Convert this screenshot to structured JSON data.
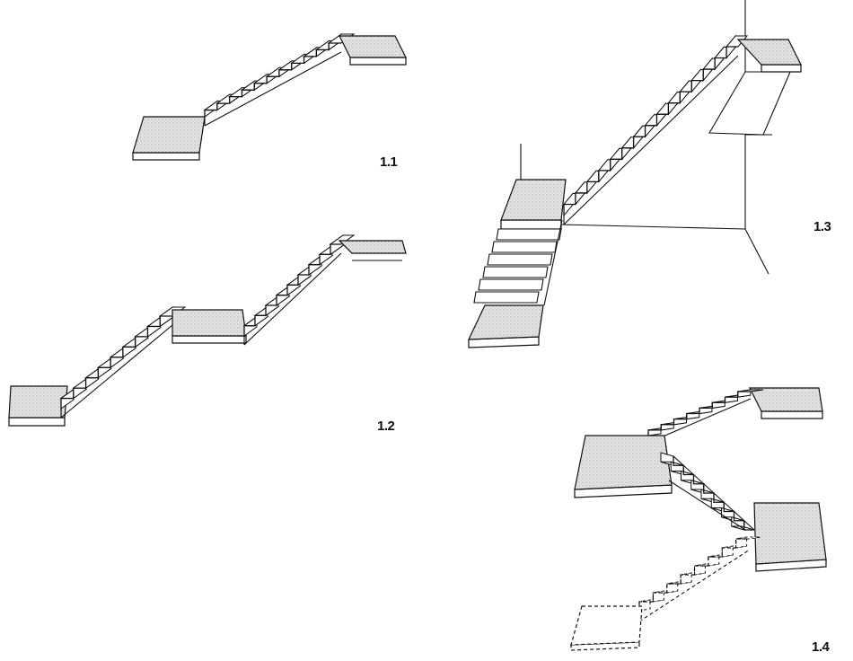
{
  "figures": [
    {
      "id": "1.1",
      "label": "1.1"
    },
    {
      "id": "1.2",
      "label": "1.2"
    },
    {
      "id": "1.3",
      "label": "1.3"
    },
    {
      "id": "1.4",
      "label": "1.4"
    }
  ],
  "colors": {
    "ink": "#111111",
    "landing_fill": "#d9d9d9"
  }
}
